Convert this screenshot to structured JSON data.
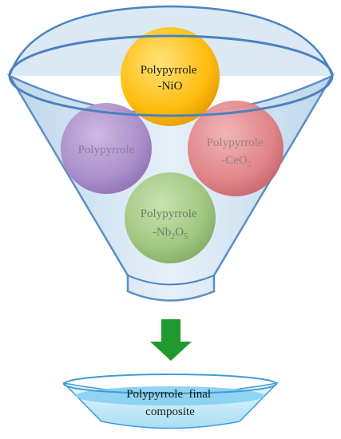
{
  "colors": {
    "funnel_fill": "#c6def0",
    "funnel_rim": "#4a82c0",
    "arrow": "#1e9a2e",
    "bowl_light": "#d8f2fb",
    "bowl_dark": "#86cff0",
    "bowl_rim": "#3f9cd6"
  },
  "circles": {
    "nio": {
      "line1": "Polypyrrole",
      "line2": "-NiO",
      "color": "#ffbd0d",
      "text_color": "#1a1a1a"
    },
    "plain": {
      "line1": "Polypyrrole",
      "color": "#a889c8",
      "text_color": "#8a7c9c"
    },
    "ceo2": {
      "line1": "Polypyrrole",
      "line2_base": "-CeO",
      "line2_sub": "2",
      "color": "#e07f83",
      "text_color": "#a07c80"
    },
    "nb2o5": {
      "line1": "Polypyrrole",
      "line2_a": "-Nb",
      "line2_sub1": "2",
      "line2_b": "O",
      "line2_sub2": "5",
      "color": "#9cc479",
      "text_color": "#6e7f66"
    }
  },
  "result": {
    "line1": "Polypyrrole  final",
    "line2": "composite"
  }
}
